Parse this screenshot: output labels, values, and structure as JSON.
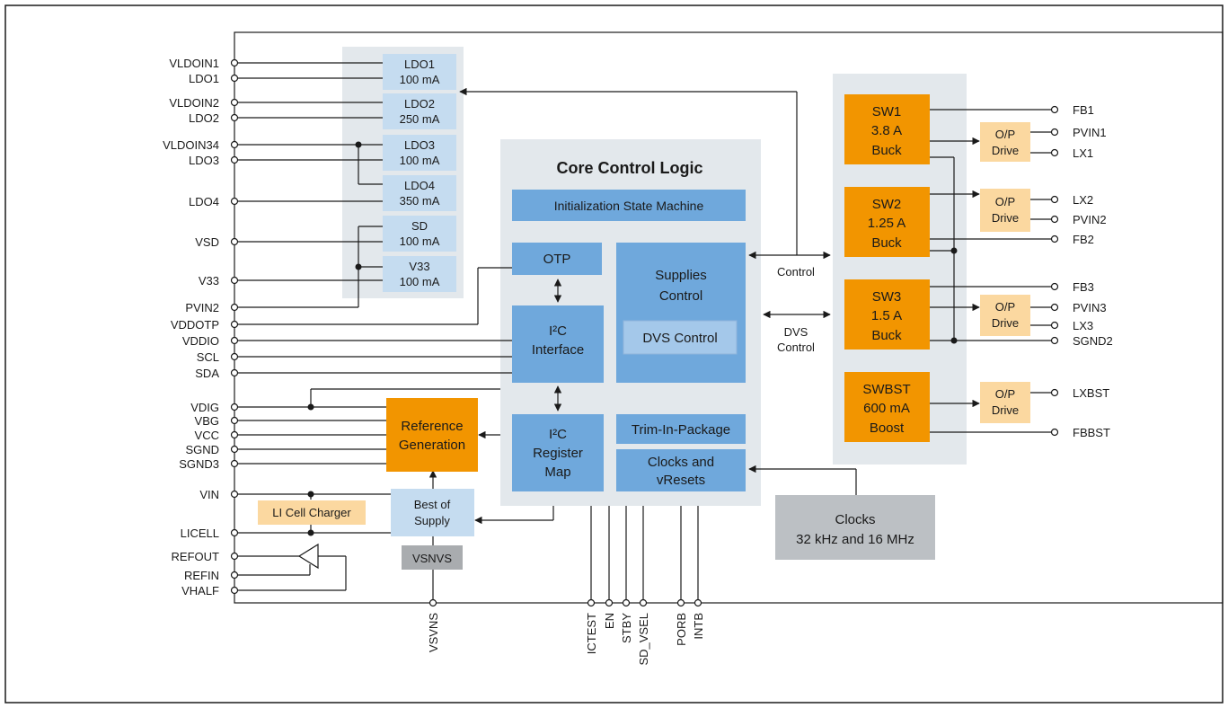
{
  "colors": {
    "ldo_block": "#c5dcf0",
    "core_block": "#6fa8dc",
    "switch_block": "#f29500",
    "drive_block": "#fbd8a0",
    "panel": "#e3e8ec",
    "clock_block": "#bcc0c4",
    "vsnvs_block": "#a9acaf"
  },
  "left_pins": [
    "VLDOIN1",
    "LDO1",
    "VLDOIN2",
    "LDO2",
    "VLDOIN34",
    "LDO3",
    "LDO4",
    "VSD",
    "V33",
    "PVIN2",
    "VDDOTP",
    "VDDIO",
    "SCL",
    "SDA",
    "VDIG",
    "VBG",
    "VCC",
    "SGND",
    "SGND3",
    "VIN",
    "LICELL",
    "REFOUT",
    "REFIN",
    "VHALF"
  ],
  "right_pins": [
    "FB1",
    "PVIN1",
    "LX1",
    "LX2",
    "PVIN2",
    "FB2",
    "FB3",
    "PVIN3",
    "LX3",
    "SGND2",
    "LXBST",
    "FBBST"
  ],
  "bottom_pins": [
    "VSVNS",
    "ICTEST",
    "EN",
    "STBY",
    "SD_VSEL",
    "PORB",
    "INTB"
  ],
  "ldo_blocks": [
    {
      "name": "LDO1",
      "rating": "100 mA"
    },
    {
      "name": "LDO2",
      "rating": "250 mA"
    },
    {
      "name": "LDO3",
      "rating": "100 mA"
    },
    {
      "name": "LDO4",
      "rating": "350 mA"
    },
    {
      "name": "SD",
      "rating": "100 mA"
    },
    {
      "name": "V33",
      "rating": "100 mA"
    }
  ],
  "core": {
    "title": "Core Control Logic",
    "init": "Initialization  State Machine",
    "otp": "OTP",
    "i2c_interface": [
      "I²C",
      "Interface"
    ],
    "supplies": [
      "Supplies",
      "Control"
    ],
    "dvs": "DVS Control",
    "register_map": [
      "I²C",
      "Register",
      "Map"
    ],
    "trim": "Trim-In-Package",
    "clocks_resets": [
      "Clocks and",
      "vResets"
    ]
  },
  "switches": [
    {
      "lines": [
        "SW1",
        "3.8 A",
        "Buck"
      ]
    },
    {
      "lines": [
        "SW2",
        "1.25 A",
        "Buck"
      ]
    },
    {
      "lines": [
        "SW3",
        "1.5 A",
        "Buck"
      ]
    },
    {
      "lines": [
        "SWBST",
        "600 mA",
        "Boost"
      ]
    }
  ],
  "drive_label": [
    "O/P",
    "Drive"
  ],
  "control_label": "Control",
  "dvs_control_label": [
    "DVS",
    "Control"
  ],
  "reference": [
    "Reference",
    "Generation"
  ],
  "li_cell": "LI Cell Charger",
  "best_supply": [
    "Best of",
    "Supply"
  ],
  "vsnvs_block": "VSNVS",
  "clocks_block": [
    "Clocks",
    "32 kHz and 16 MHz"
  ]
}
